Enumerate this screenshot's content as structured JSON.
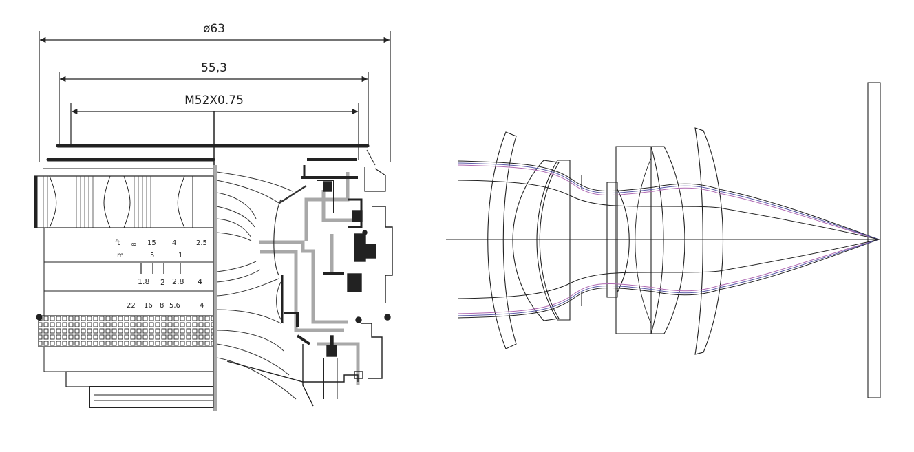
{
  "dimensions": {
    "outer_diameter": "ø63",
    "barrel_diameter": "55,3",
    "filter_thread": "M52X0.75"
  },
  "distance_scale": {
    "row1": [
      "ft",
      "∞",
      "15",
      "4",
      "2.5"
    ],
    "row2": [
      "m",
      "5",
      "1"
    ]
  },
  "dof_scale": [
    "1.8",
    "2",
    "2.8",
    "4"
  ],
  "aperture_scale": [
    "22",
    "16",
    "8",
    "5.6",
    "4"
  ],
  "colors": {
    "line": "#222222",
    "gray_mechanics": "#a8a8a8",
    "ray_purple": "#b06ab3",
    "ray_blue": "#5a5aa8"
  }
}
